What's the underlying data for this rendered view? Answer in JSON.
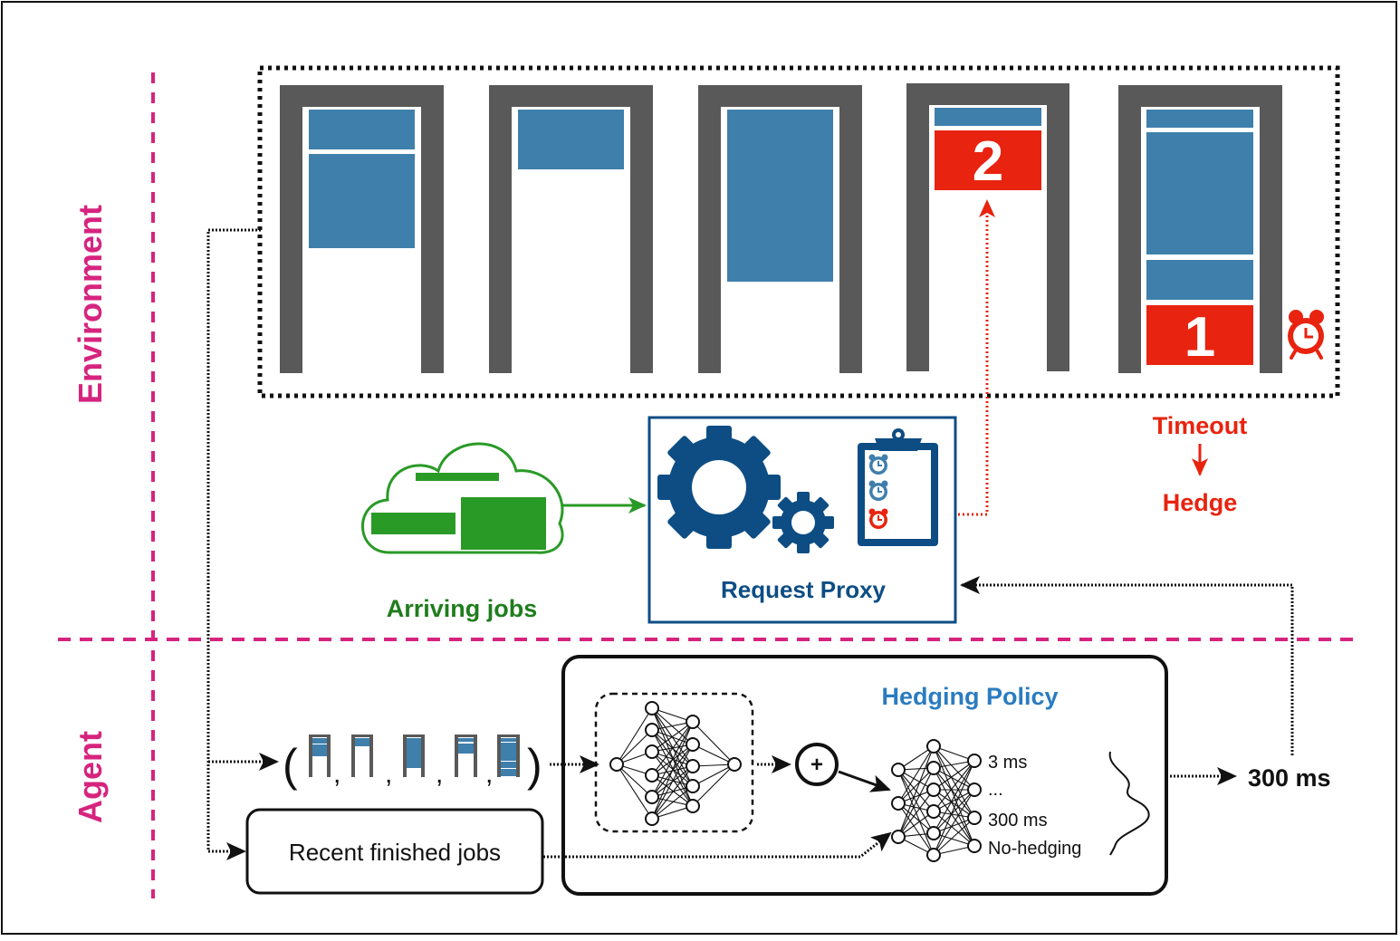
{
  "labels": {
    "environment": "Environment",
    "agent": "Agent",
    "arriving_jobs": "Arriving jobs",
    "request_proxy": "Request Proxy",
    "timeout": "Timeout",
    "hedge": "Hedge",
    "hedging_policy": "Hedging Policy",
    "recent_finished_jobs": "Recent finished jobs",
    "output_value": "300 ms"
  },
  "servers": [
    {
      "jobs": [
        "blue",
        "blue"
      ],
      "badge": ""
    },
    {
      "jobs": [
        "blue"
      ],
      "badge": ""
    },
    {
      "jobs": [
        "blue"
      ],
      "badge": ""
    },
    {
      "jobs": [
        "blue",
        "red"
      ],
      "badge": "2"
    },
    {
      "jobs": [
        "blue",
        "blue",
        "blue",
        "red"
      ],
      "badge": "1"
    }
  ],
  "policy_options": [
    "3 ms",
    "...",
    "300 ms",
    "No-hedging"
  ],
  "state_tuple": {
    "open": "(",
    "close": ")",
    "separator": ","
  },
  "combine_symbol": "+",
  "icons": {
    "alarm": "alarm-clock-icon",
    "cloud": "cloud-icon",
    "gears": "gears-icon",
    "clipboard": "clipboard-icon",
    "network": "neural-network-icon"
  },
  "colors": {
    "magenta": "#d6247e",
    "job_blue": "#3f7fac",
    "server_gray": "#595959",
    "alert_red": "#e8230f",
    "cloud_green": "#2a9a27",
    "label_green": "#1f7d1d",
    "proxy_navy": "#0d4d84",
    "policy_blue": "#2a7cc0"
  }
}
